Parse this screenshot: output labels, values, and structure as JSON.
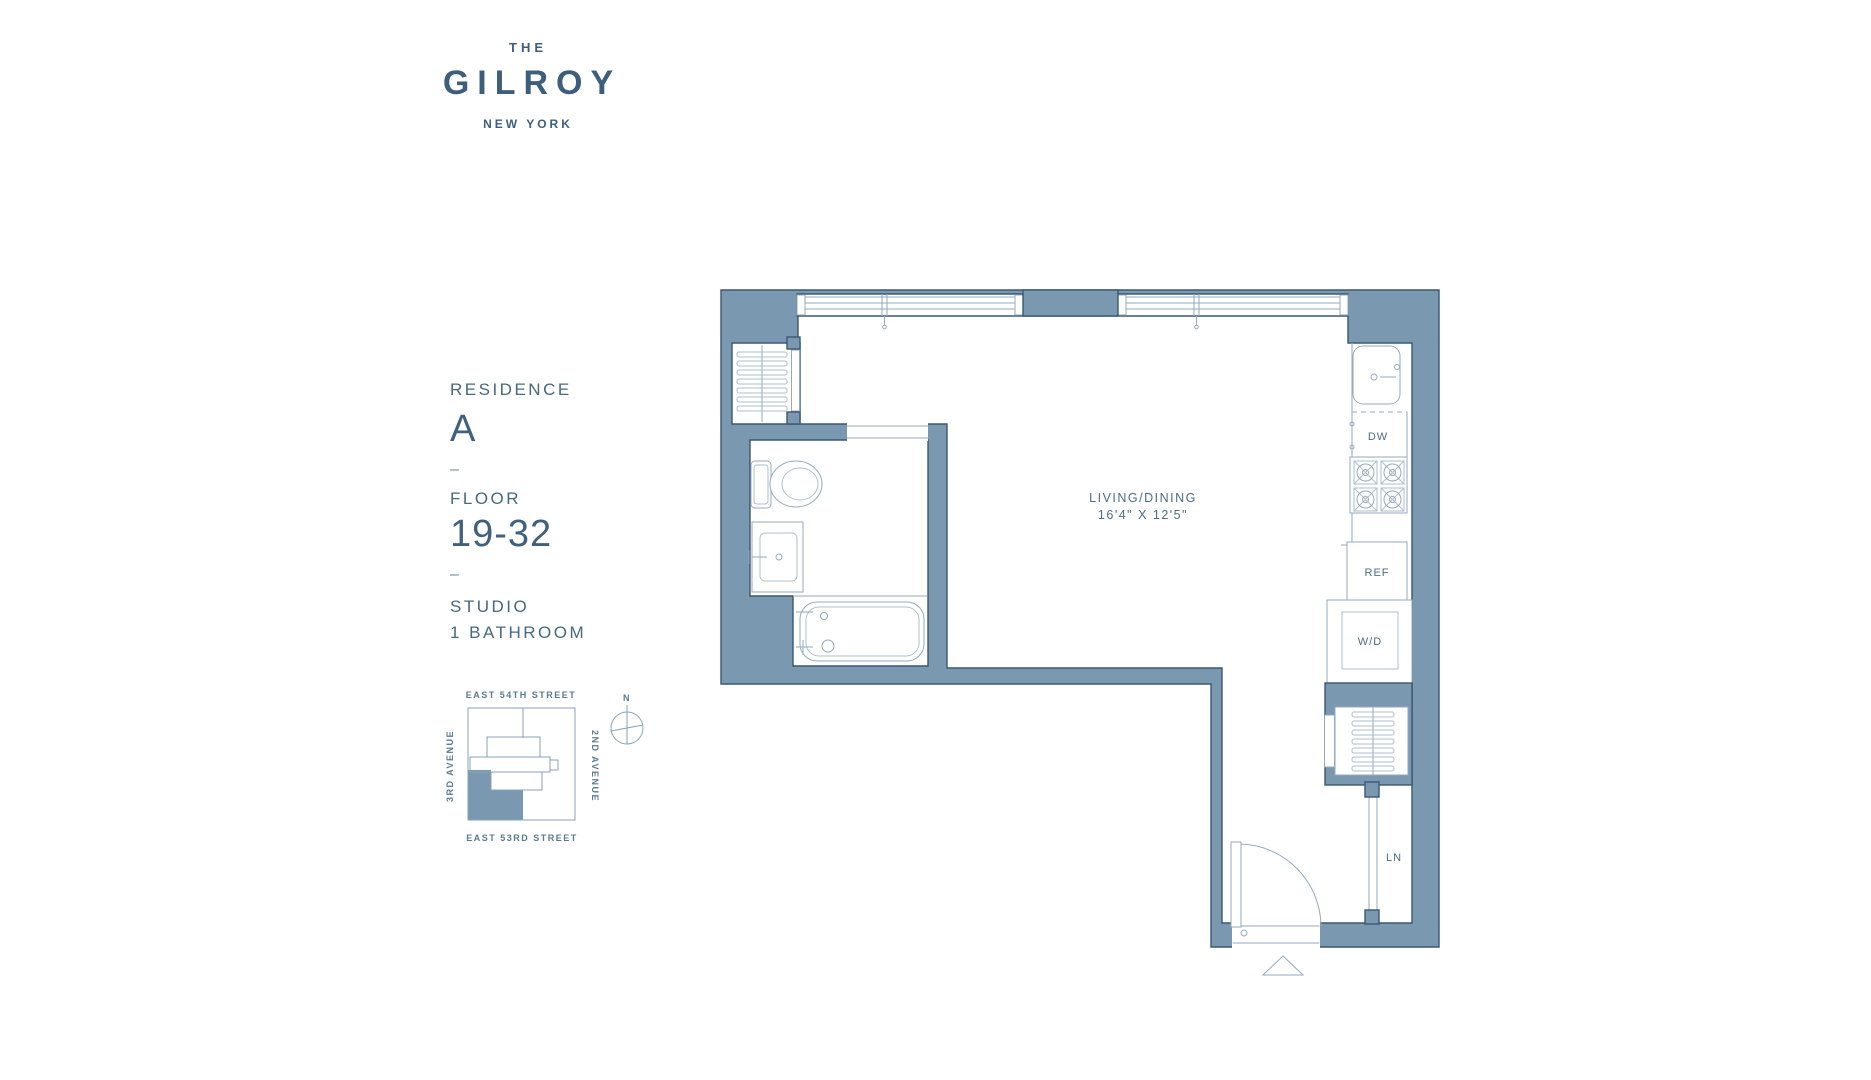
{
  "logo": {
    "the": "THE",
    "name": "GILROY",
    "city": "NEW YORK"
  },
  "residence": {
    "label": "RESIDENCE",
    "value": "A",
    "divider": "–",
    "floor_label": "FLOOR",
    "floor_value": "19-32",
    "unit_type": "STUDIO",
    "bathrooms": "1 BATHROOM"
  },
  "site_map": {
    "street_top": "EAST 54TH STREET",
    "street_bottom": "EAST 53RD STREET",
    "avenue_left": "3RD AVENUE",
    "avenue_right": "2ND AVENUE",
    "compass_north": "N"
  },
  "floor_plan": {
    "room_label": "LIVING/DINING",
    "room_dims": "16'4\" X 12'5\"",
    "dishwasher": "DW",
    "refrigerator": "REF",
    "washer_dryer": "W/D",
    "linen": "LN"
  },
  "colors": {
    "wall_fill": "#7b98b1",
    "wall_outline": "#3a5872",
    "fixture_line": "#94aabf",
    "text": "#4c6d86"
  }
}
